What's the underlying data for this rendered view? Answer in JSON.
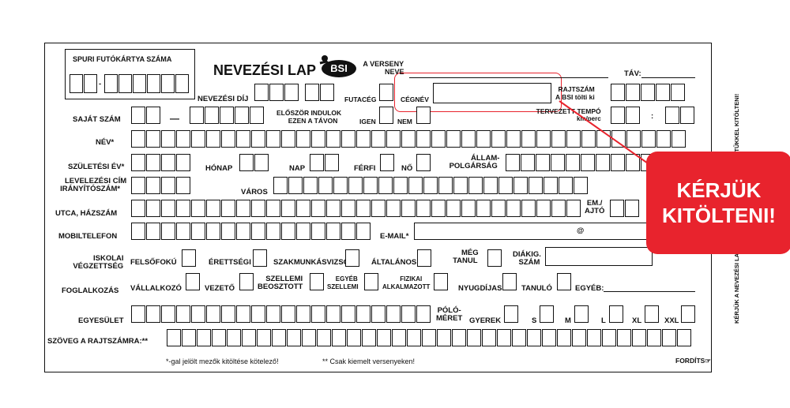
{
  "labels": {
    "spuri_card": "SPURI  FUTÓKÁRTYA SZÁMA",
    "title": "NEVEZÉSI LAP",
    "logo": "BSI",
    "race_name_1": "A VERSENY",
    "race_name_2": "NEVE",
    "dist": "TÁV:",
    "entry_fee": "NEVEZÉSI DÍJ",
    "company_runner": "FUTACÉG",
    "company_name": "CÉGNÉV",
    "bib_1": "RAJTSZÁM",
    "bib_2": "A BSI tölti ki",
    "own_number": "SAJÁT SZÁM",
    "first_time_1": "ELŐSZÖR INDULOK",
    "first_time_2": "EZEN A TÁVON",
    "yes": "IGEN",
    "no": "NEM",
    "pace_1": "TERVEZETT TEMPÓ",
    "pace_2": "km/perc",
    "colon": ":",
    "dash": "—",
    "hyphen": "-",
    "name": "NÉV*",
    "birth_year": "SZÜLETÉSI ÉV*",
    "month": "HÓNAP",
    "day": "NAP",
    "male": "FÉRFI",
    "female": "NŐ",
    "citizen_1": "ÁLLAM-",
    "citizen_2": "POLGÁRSÁG",
    "postal_1": "LEVELEZÉSI CÍM",
    "postal_2": "IRÁNYÍTÓSZÁM*",
    "city": "VÁROS",
    "street": "UTCA, HÁZSZÁM",
    "floor_1": "EM./",
    "floor_2": "AJTÓ",
    "mobile": "MOBILTELEFON",
    "email": "E-MAIL*",
    "at": "@",
    "edu_1": "ISKOLAI",
    "edu_2": "VÉGZETTSÉG",
    "higher": "FELSŐFOKÚ",
    "matura": "ÉRETTSÉGI",
    "vocational": "SZAKMUNKÁSVIZSGA",
    "primary": "ÁLTALÁNOS",
    "student_1": "MÉG",
    "student_2": "TANUL",
    "student_id_1": "DIÁKIG.",
    "student_id_2": "SZÁM",
    "occupation": "FOGLALKOZÁS",
    "entrepreneur": "VÁLLALKOZÓ",
    "manager": "VEZETŐ",
    "mental_1": "SZELLEMI",
    "mental_2": "BEOSZTOTT",
    "other_mental_1": "EGYÉB",
    "other_mental_2": "SZELLEMI",
    "physical_1": "FIZIKAI",
    "physical_2": "ALKALMAZOTT",
    "pensioner": "NYUGDÍJAS",
    "pupil": "TANULÓ",
    "other": "EGYÉB:",
    "club": "EGYESÜLET",
    "shirt_1": "PÓLÓ-",
    "shirt_2": "MÉRET",
    "child": "GYEREK",
    "s": "S",
    "m": "M",
    "l": "L",
    "xl": "XL",
    "xxl": "XXL",
    "bib_text": "SZÖVEG A RAJTSZÁMRA:**",
    "note1": "*-gal jelölt mezők kitöltése kötelező!",
    "note2": "** Csak kiemelt versenyeken!",
    "turn": "FORDÍTS☞",
    "side_text": "KÉRJÜK A NEVEZÉSI LAPOT OLVASHATÓ NYOMTATOTT BETŰKKEL KITÖLTENI!",
    "callout": "KÉRJÜK KITÖLTENI!",
    "logo_text": "BSI"
  },
  "colors": {
    "accent": "#e8232d",
    "ink": "#111111"
  },
  "icons": {
    "logo": "runner-logo-icon"
  }
}
